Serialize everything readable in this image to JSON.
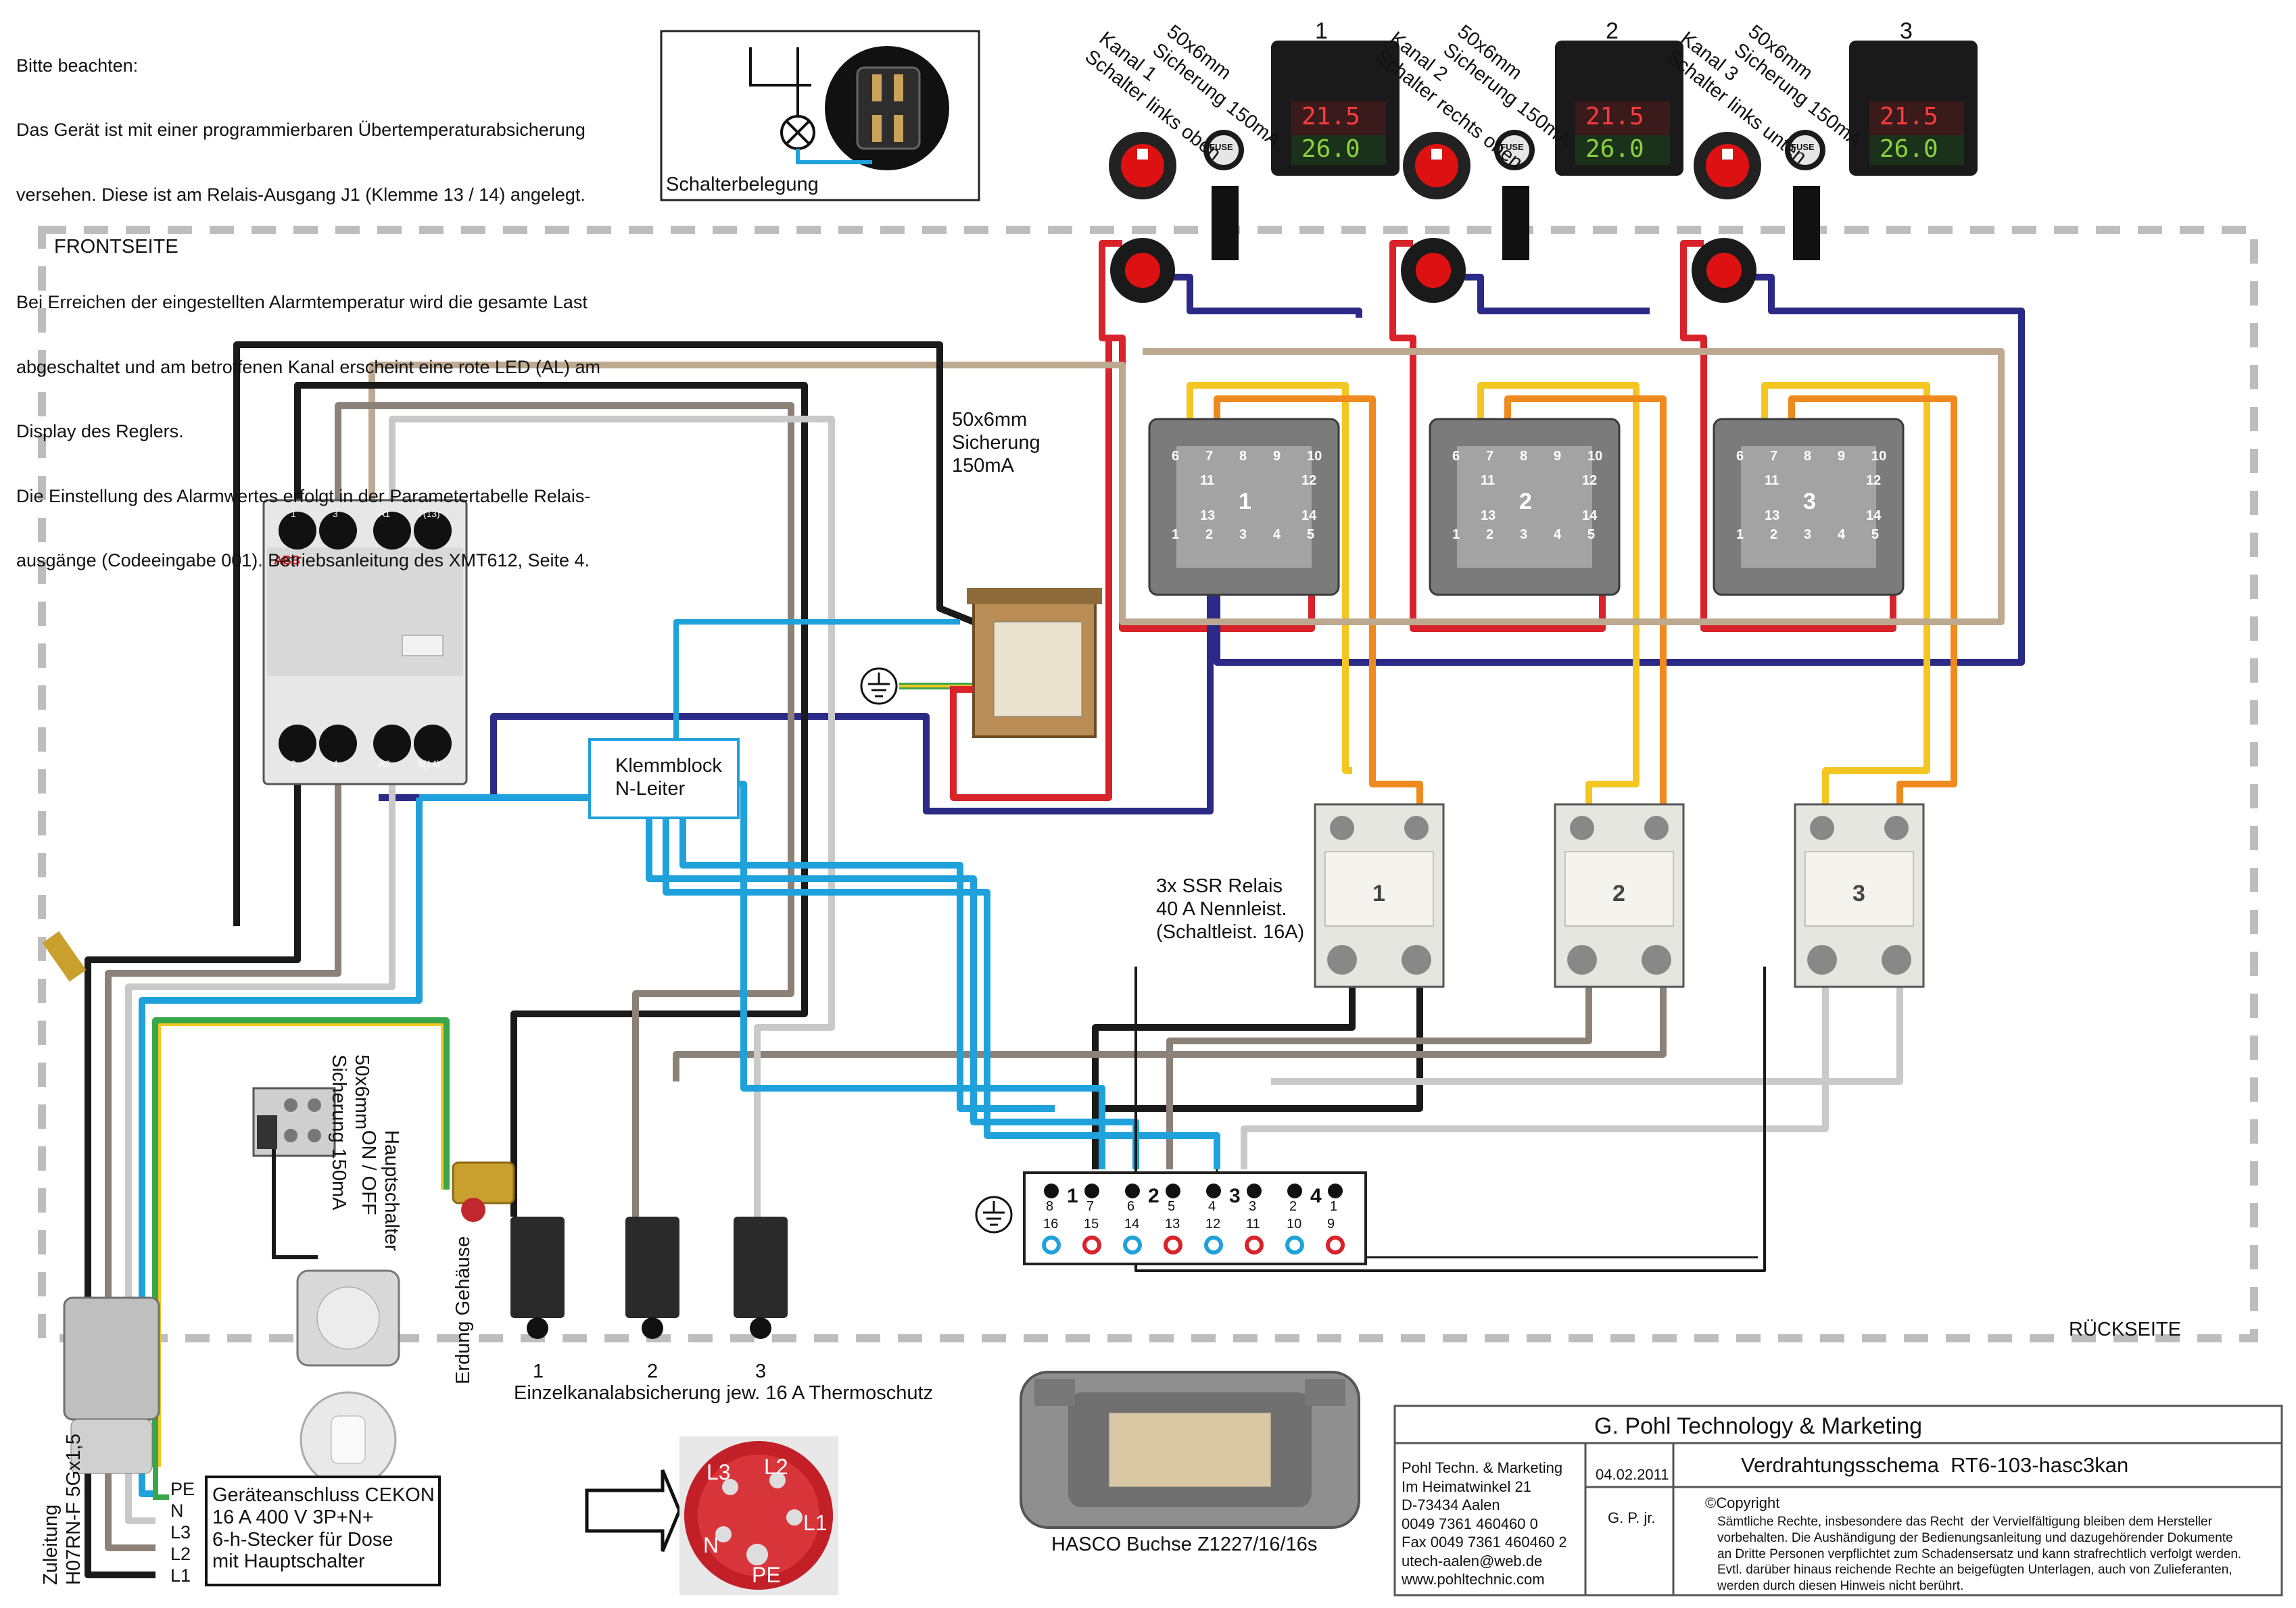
{
  "note": {
    "heading": "Bitte beachten:",
    "lines": [
      "Das Gerät ist mit einer programmierbaren Übertemperaturabsicherung",
      "versehen. Diese ist am Relais-Ausgang J1 (Klemme 13 / 14) angelegt.",
      "",
      "Bei Erreichen der eingestellten Alarmtemperatur wird die gesamte Last",
      "abgeschaltet und am betroffenen Kanal erscheint eine rote LED (AL) am",
      "Display des Reglers.",
      "Die Einstellung des Alarmwertes erfolgt in der Parametertabelle Relais-",
      "ausgänge (Codeeingabe 001). Betriebsanleitung des XMT612, Seite 4."
    ]
  },
  "switch_box_label": "Schalterbelegung",
  "front_label": "FRONTSEITE",
  "rear_label": "RÜCKSEITE",
  "channels": [
    {
      "number": "1",
      "switch_label": "Kanal 1\nSchalter links oben",
      "fuse_label": "50x6mm\nSicherung 150mA",
      "display_top": "21.5",
      "display_bottom": "26.0",
      "fuse_cap": "FUSE"
    },
    {
      "number": "2",
      "switch_label": "Kanal 2\nSchalter rechts oben",
      "fuse_label": "50x6mm\nSicherung 150mA",
      "display_top": "21.5",
      "display_bottom": "26.0",
      "fuse_cap": "FUSE"
    },
    {
      "number": "3",
      "switch_label": "Kanal 3\nSchalter links unten",
      "fuse_label": "50x6mm\nSicherung 150mA",
      "display_top": "21.5",
      "display_bottom": "26.0",
      "fuse_cap": "FUSE"
    }
  ],
  "relay_sockets": [
    {
      "number": "1",
      "terminals_top": [
        "6",
        "7",
        "8",
        "9",
        "10"
      ],
      "terminals_mid": [
        "11",
        "12",
        "13",
        "14"
      ],
      "terminals_bottom": [
        "1",
        "2",
        "3",
        "4",
        "5"
      ]
    },
    {
      "number": "2",
      "terminals_top": [
        "6",
        "7",
        "8",
        "9",
        "10"
      ],
      "terminals_mid": [
        "11",
        "12",
        "13",
        "14"
      ],
      "terminals_bottom": [
        "1",
        "2",
        "3",
        "4",
        "5"
      ]
    },
    {
      "number": "3",
      "terminals_top": [
        "6",
        "7",
        "8",
        "9",
        "10"
      ],
      "terminals_mid": [
        "11",
        "12",
        "13",
        "14"
      ],
      "terminals_bottom": [
        "1",
        "2",
        "3",
        "4",
        "5"
      ]
    }
  ],
  "contactor": {
    "terminals_top": [
      "1",
      "3",
      "A1",
      "7(13)"
    ],
    "terminals_bottom": [
      "2",
      "4",
      "A2",
      "8(14)"
    ]
  },
  "transformer_fuse_label": "50x6mm\nSicherung\n150mA",
  "klemmblock_label": "Klemmblock\nN-Leiter",
  "ssr_label": "3x SSR Relais\n40 A Nennleist.\n(Schaltleist. 16A)",
  "ssr_units": [
    "1",
    "2",
    "3"
  ],
  "main_fuse_label": "50x6mm\nSicherung 150mA",
  "main_switch_label": "Hauptschalter\nON / OFF",
  "ground_label": "Erdung Gehäuse",
  "thermal_label": "Einzelkanalabsicherung jew. 16 A Thermoschutz",
  "thermal_numbers": [
    "1",
    "2",
    "3"
  ],
  "connector_strip": {
    "top_numbers": [
      "8",
      "7",
      "6",
      "5",
      "4",
      "3",
      "2",
      "1"
    ],
    "bottom_numbers": [
      "16",
      "15",
      "14",
      "13",
      "12",
      "11",
      "10",
      "9"
    ],
    "channel_marks": [
      "1",
      "2",
      "3",
      "4"
    ]
  },
  "supply_label": "Zuleitung\nH07RN-F 5Gx1,5",
  "supply_wires": [
    "PE",
    "N",
    "L3",
    "L2",
    "L1"
  ],
  "cekon_label": "Geräteanschluss CEKON\n16 A 400 V 3P+N+\n6-h-Stecker für Dose\nmit Hauptschalter",
  "plug_pins": [
    "L3",
    "L2",
    "L1",
    "N",
    "PE"
  ],
  "hasco_label": "HASCO Buchse Z1227/16/16s",
  "title_block": {
    "company": "G. Pohl Technology & Marketing",
    "address": "Pohl Techn. & Marketing\nIm Heimatwinkel 21\nD-73434 Aalen\n0049 7361 460460 0\nFax 0049 7361 460460 2\nutech-aalen@web.de\nwww.pohltechnic.com",
    "date": "04.02.2011",
    "author": "G. P. jr.",
    "drawing_title": "Verdrahtungsschema  RT6-103-hasc3kan",
    "copyright_heading": "©Copyright",
    "copyright_text": "Sämtliche Rechte, insbesondere das Recht  der Vervielfältigung bleiben dem Hersteller\nvorbehalten. Die Aushändigung der Bedienungsanleitung und dazugehörender Dokumente\nan Dritte Personen verpflichtet zum Schadensersatz und kann strafrechtlich verfolgt werden.\nEvtl. darüber hinaus reichende Rechte an beigefügten Unterlagen, auch von Zulieferanten,\nwerden durch diesen Hinweis nicht berührt."
  },
  "wire_colors": {
    "red": "#d8232a",
    "blue_dark": "#2b2a86",
    "blue": "#1fa1dc",
    "black": "#1a1a1a",
    "grey": "#8c8177",
    "grey_light": "#c9c9c9",
    "yellow": "#f3c622",
    "orange": "#ef8a1e",
    "green": "#3aa64a",
    "brown": "#bca98f"
  }
}
